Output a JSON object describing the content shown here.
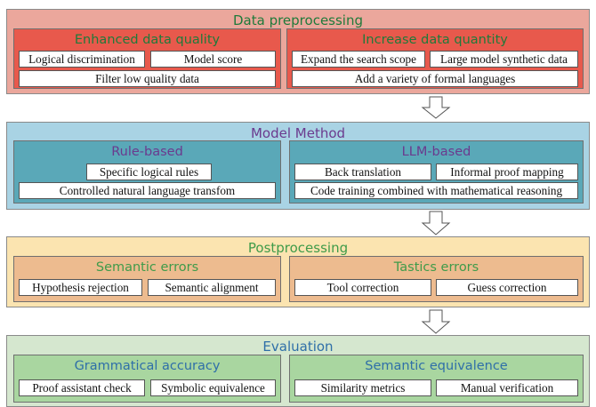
{
  "sections": {
    "preprocessing": {
      "title": "Data preprocessing",
      "left": {
        "title": "Enhanced data quality",
        "items": [
          "Logical discrimination",
          "Model score",
          "Filter low quality data"
        ]
      },
      "right": {
        "title": "Increase data quantity",
        "items": [
          "Expand the search scope",
          "Large model synthetic data",
          "Add a variety of formal languages"
        ]
      }
    },
    "method": {
      "title": "Model Method",
      "left": {
        "title": "Rule-based",
        "items": [
          "Specific logical rules",
          "Controlled natural language transfom"
        ]
      },
      "right": {
        "title": "LLM-based",
        "items": [
          "Back translation",
          "Informal proof mapping",
          "Code training combined with mathematical reasoning"
        ]
      }
    },
    "postprocessing": {
      "title": "Postprocessing",
      "left": {
        "title": "Semantic errors",
        "items": [
          "Hypothesis rejection",
          "Semantic alignment"
        ]
      },
      "right": {
        "title": "Tastics errors",
        "items": [
          "Tool correction",
          "Guess correction"
        ]
      }
    },
    "evaluation": {
      "title": "Evaluation",
      "left": {
        "title": "Grammatical accuracy",
        "items": [
          "Proof assistant check",
          "Symbolic equivalence"
        ]
      },
      "right": {
        "title": "Semantic equivalence",
        "items": [
          "Similarity metrics",
          "Manual verification"
        ]
      }
    }
  },
  "colors": {
    "pre_bg": "#eba79c",
    "pre_sub": "#e8594c",
    "pre_text": "#1f7a3a",
    "pre_subtext": "#b7f0b0",
    "method_bg": "#a9d3e4",
    "method_sub": "#5aa8b8",
    "method_text": "#6b3a8e",
    "post_bg": "#fbe4b0",
    "post_sub": "#edbb8f",
    "post_text": "#3f9b4a",
    "eval_bg": "#d5e7cf",
    "eval_sub": "#a9d6a0",
    "eval_text": "#2f6fa8"
  }
}
